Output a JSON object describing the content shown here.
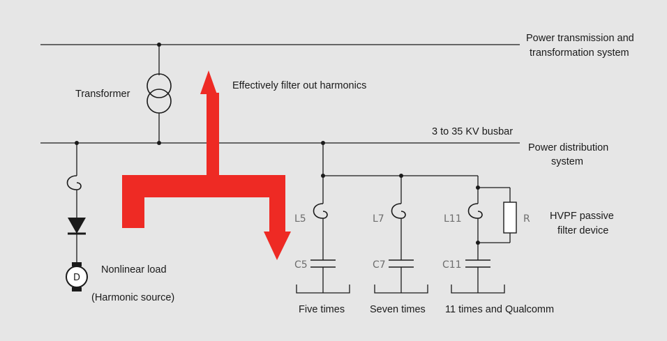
{
  "labels": {
    "transmission_line1": "Power transmission and",
    "transmission_line2": "transformation system",
    "transformer": "Transformer",
    "filter_out": "Effectively filter out harmonics",
    "busbar": "3 to 35 KV busbar",
    "distribution_line1": "Power distribution",
    "distribution_line2": "system",
    "hvpf_line1": "HVPF passive",
    "hvpf_line2": "filter device",
    "nonlinear_load": "Nonlinear load",
    "harmonic_source": "(Harmonic source)",
    "motor": "D"
  },
  "components": {
    "l5": "L5",
    "l7": "L7",
    "l11": "L11",
    "r": "R",
    "c5": "C5",
    "c7": "C7",
    "c11": "C11"
  },
  "branches": {
    "five": "Five times",
    "seven": "Seven times",
    "eleven": "11 times and Qualcomm"
  },
  "colors": {
    "background": "#e6e6e6",
    "line": "#1a1a1a",
    "arrow": "#ee2a24",
    "component_label": "#6d6d6d"
  }
}
